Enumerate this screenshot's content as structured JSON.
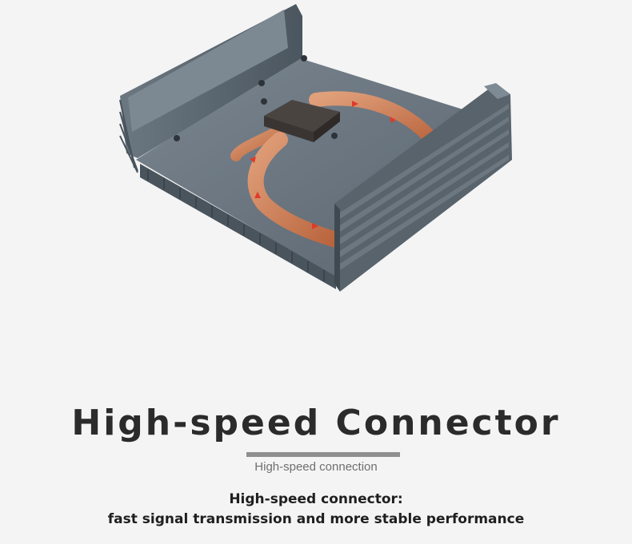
{
  "heading": {
    "title": "High-speed Connector",
    "subtitle": "High-speed connection"
  },
  "description": {
    "line1": "High-speed connector:",
    "line2": "fast signal transmission and more stable performance"
  },
  "colors": {
    "background": "#f4f4f4",
    "enclosure": "#5a6670",
    "heatpipe": "#c8744d",
    "arrows": "#e03a2a"
  }
}
